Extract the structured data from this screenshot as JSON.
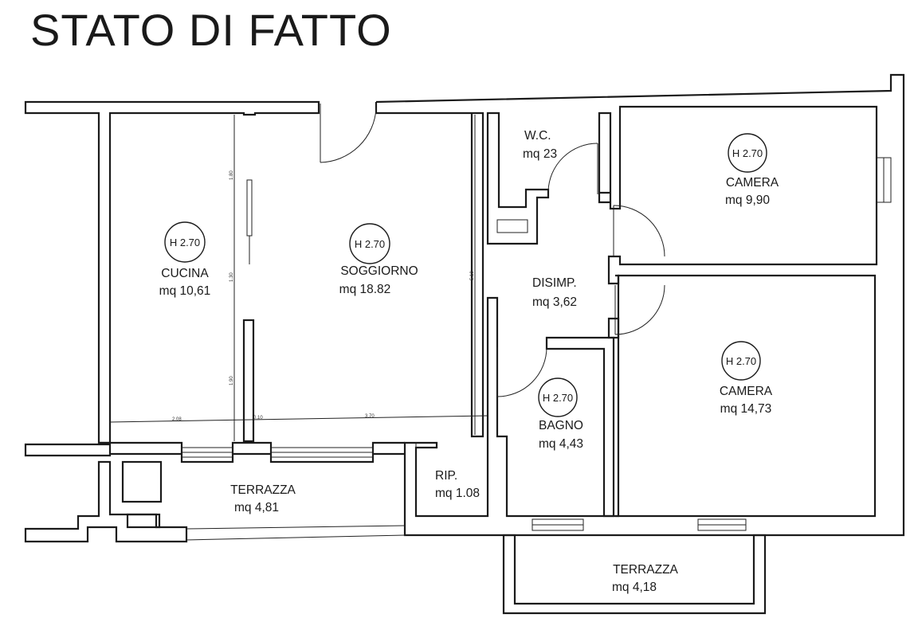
{
  "title": "STATO DI FATTO",
  "rooms": {
    "cucina": {
      "height": "H 2.70",
      "name": "CUCINA",
      "area": "mq 10,61"
    },
    "soggiorno": {
      "height": "H 2.70",
      "name": "SOGGIORNO",
      "area": "mq 18.82"
    },
    "wc": {
      "name": "W.C.",
      "area": "mq 23"
    },
    "camera1": {
      "height": "H 2.70",
      "name": "CAMERA",
      "area": "mq 9,90"
    },
    "disimp": {
      "name": "DISIMP.",
      "area": "mq 3,62"
    },
    "bagno": {
      "height": "H 2.70",
      "name": "BAGNO",
      "area": "mq 4,43"
    },
    "camera2": {
      "height": "H 2.70",
      "name": "CAMERA",
      "area": "mq 14,73"
    },
    "rip": {
      "name": "RIP.",
      "area": "mq 1.08"
    },
    "terrazza1": {
      "name": "TERRAZZA",
      "area": "mq 4,81"
    },
    "terrazza2": {
      "name": "TERRAZZA",
      "area": "mq 4,18"
    }
  },
  "dimensions": {
    "d1": "1.80",
    "d2": "1.30",
    "d3": "1.90",
    "d4": "5.10",
    "d5": "2.08",
    "d6": "0.10",
    "d7": "3.70"
  }
}
